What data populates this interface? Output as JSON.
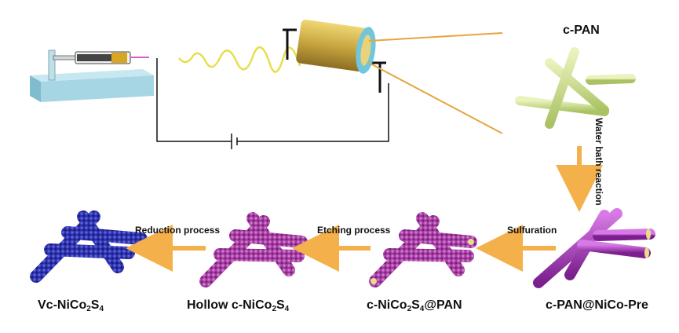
{
  "diagram": {
    "title_product_top": "c-PAN",
    "step_water_bath": "Water bath reaction",
    "step_sulfuration": "Sulfuration",
    "step_etching": "Etching process",
    "step_reduction": "Reduction process",
    "label_precursor": "c-PAN@NiCo-Pre",
    "label_coreshell": {
      "a": "c-NiCo",
      "b": "2",
      "c": "S",
      "d": "4",
      "e": "@PAN"
    },
    "label_hollow": {
      "a": "Hollow c-NiCo",
      "b": "2",
      "c": "S",
      "d": "4"
    },
    "label_vc": {
      "a": "Vc-NiCo",
      "b": "2",
      "c": "S",
      "d": "4"
    }
  },
  "colors": {
    "pan_fiber": "#c9dc8a",
    "precursor_fiber": "#a43ab8",
    "nicos_fiber": "#a0389e",
    "vc_fiber": "#2b2fa8",
    "arrow": "#f4b04a",
    "spring": "#e6df4a",
    "collector": "#c8a640",
    "stage_block": "#a6d6e3",
    "wire": "#111111"
  },
  "icons": [
    "syringe-icon",
    "power-source-icon",
    "drum-collector-icon"
  ]
}
